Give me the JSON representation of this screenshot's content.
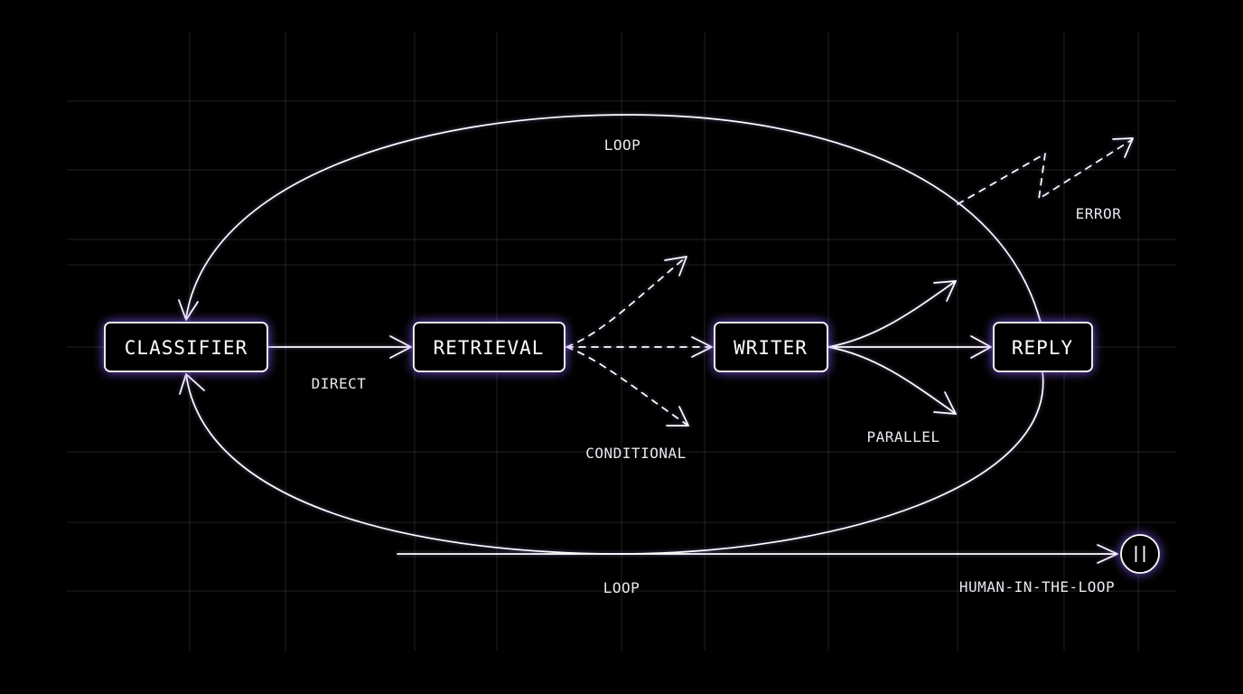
{
  "colors": {
    "background": "#000000",
    "foreground": "#ffffff",
    "glow": "#8a5cff"
  },
  "nodes": {
    "classifier": "CLASSIFIER",
    "retrieval": "RETRIEVAL",
    "writer": "WRITER",
    "reply": "REPLY"
  },
  "edge_labels": {
    "loop_top": "LOOP",
    "loop_bottom": "LOOP",
    "direct": "DIRECT",
    "conditional": "CONDITIONAL",
    "parallel": "PARALLEL",
    "error": "ERROR",
    "human_in_the_loop": "HUMAN-IN-THE-LOOP"
  },
  "icons": {
    "human_in_the_loop": "pause-icon"
  }
}
